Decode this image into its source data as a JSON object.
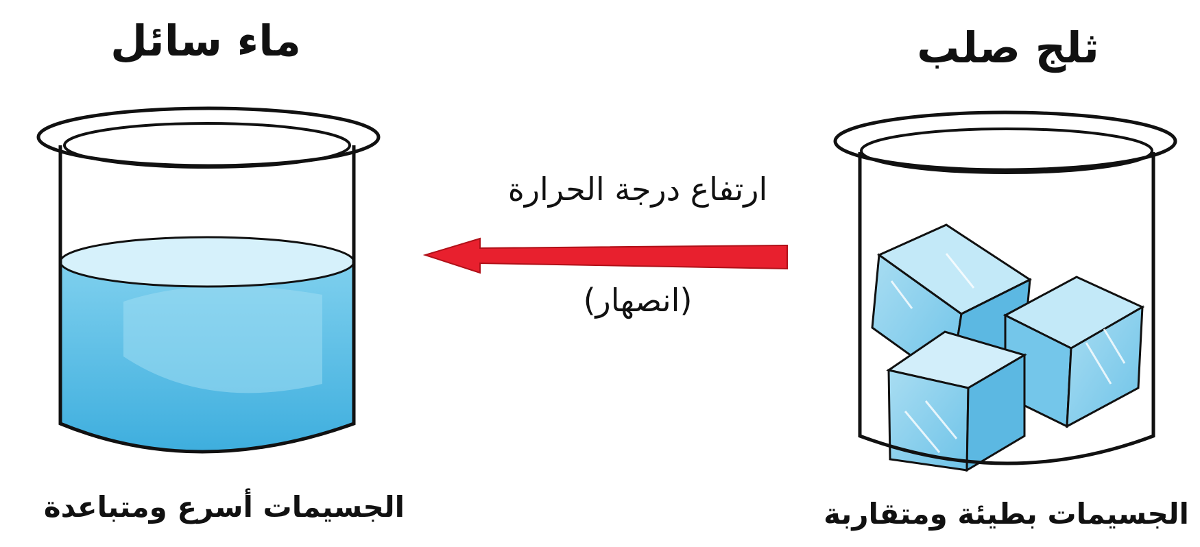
{
  "colors": {
    "ink": "#111111",
    "water": "#5cc1e6",
    "water_top": "#aee3f5",
    "ice": "#86cdea",
    "ice_light": "#c9ecf8",
    "arrow": "#e8202e"
  },
  "diagram": {
    "liquid": {
      "title": "ماء سائل",
      "caption": "الجسيمات أسرع ومتباعدة"
    },
    "solid": {
      "title": "ثلج صلب",
      "caption": "الجسيمات بطيئة ومتقاربة"
    },
    "process": {
      "above_arrow": "ارتفاع درجة الحرارة",
      "below_arrow": "(انصهار)",
      "arrow_icon": "arrow-left-icon"
    }
  }
}
